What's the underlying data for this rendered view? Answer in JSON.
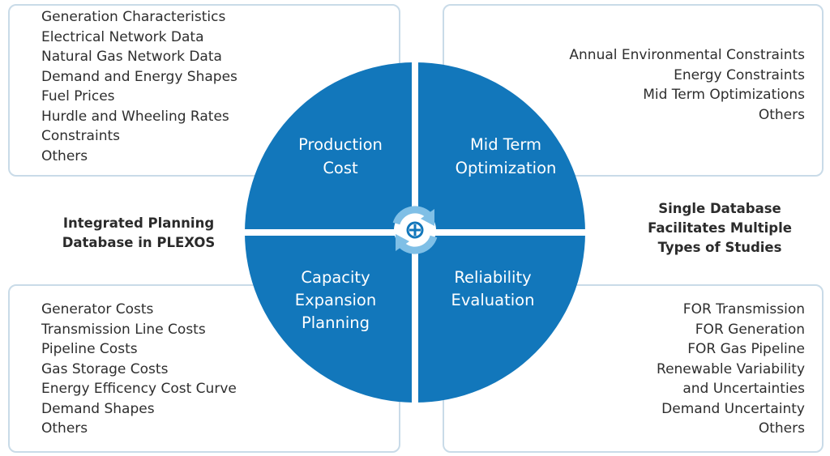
{
  "top_left_list": [
    "Generation Characteristics",
    "Electrical Network Data",
    "Natural Gas Network Data",
    "Demand and Energy Shapes",
    "Fuel Prices",
    "Hurdle and Wheeling Rates",
    "Constraints",
    "Others"
  ],
  "top_right_list": [
    "Annual Environmental Constraints",
    "Energy Constraints",
    "Mid Term Optimizations",
    "Others"
  ],
  "bottom_left_list": [
    "Generator Costs",
    "Transmission Line Costs",
    "Pipeline Costs",
    "Gas Storage Costs",
    "Energy Efficency Cost Curve",
    "Demand Shapes",
    "Others"
  ],
  "bottom_right_list": [
    "FOR Transmission",
    "FOR Generation",
    "FOR Gas Pipeline",
    "Renewable Variability",
    "and Uncertainties",
    "Demand Uncertainty",
    "Others"
  ],
  "left_caption": [
    "Integrated Planning",
    "Database in PLEXOS"
  ],
  "right_caption": [
    "Single Database",
    "Facilitates Multiple",
    "Types of Studies"
  ],
  "quadrants": {
    "production_cost": [
      "Production",
      "Cost"
    ],
    "mid_term": [
      "Mid Term",
      "Optimization"
    ],
    "capacity": [
      "Capacity",
      "Expansion",
      "Planning"
    ],
    "reliability": [
      "Reliability",
      "Evaluation"
    ]
  },
  "colors": {
    "quadrant_fill": "#1277bb",
    "box_border": "#c9dbe8",
    "cycle_icon": "#7fbfe6"
  },
  "icon": "refresh-cycle-icon"
}
